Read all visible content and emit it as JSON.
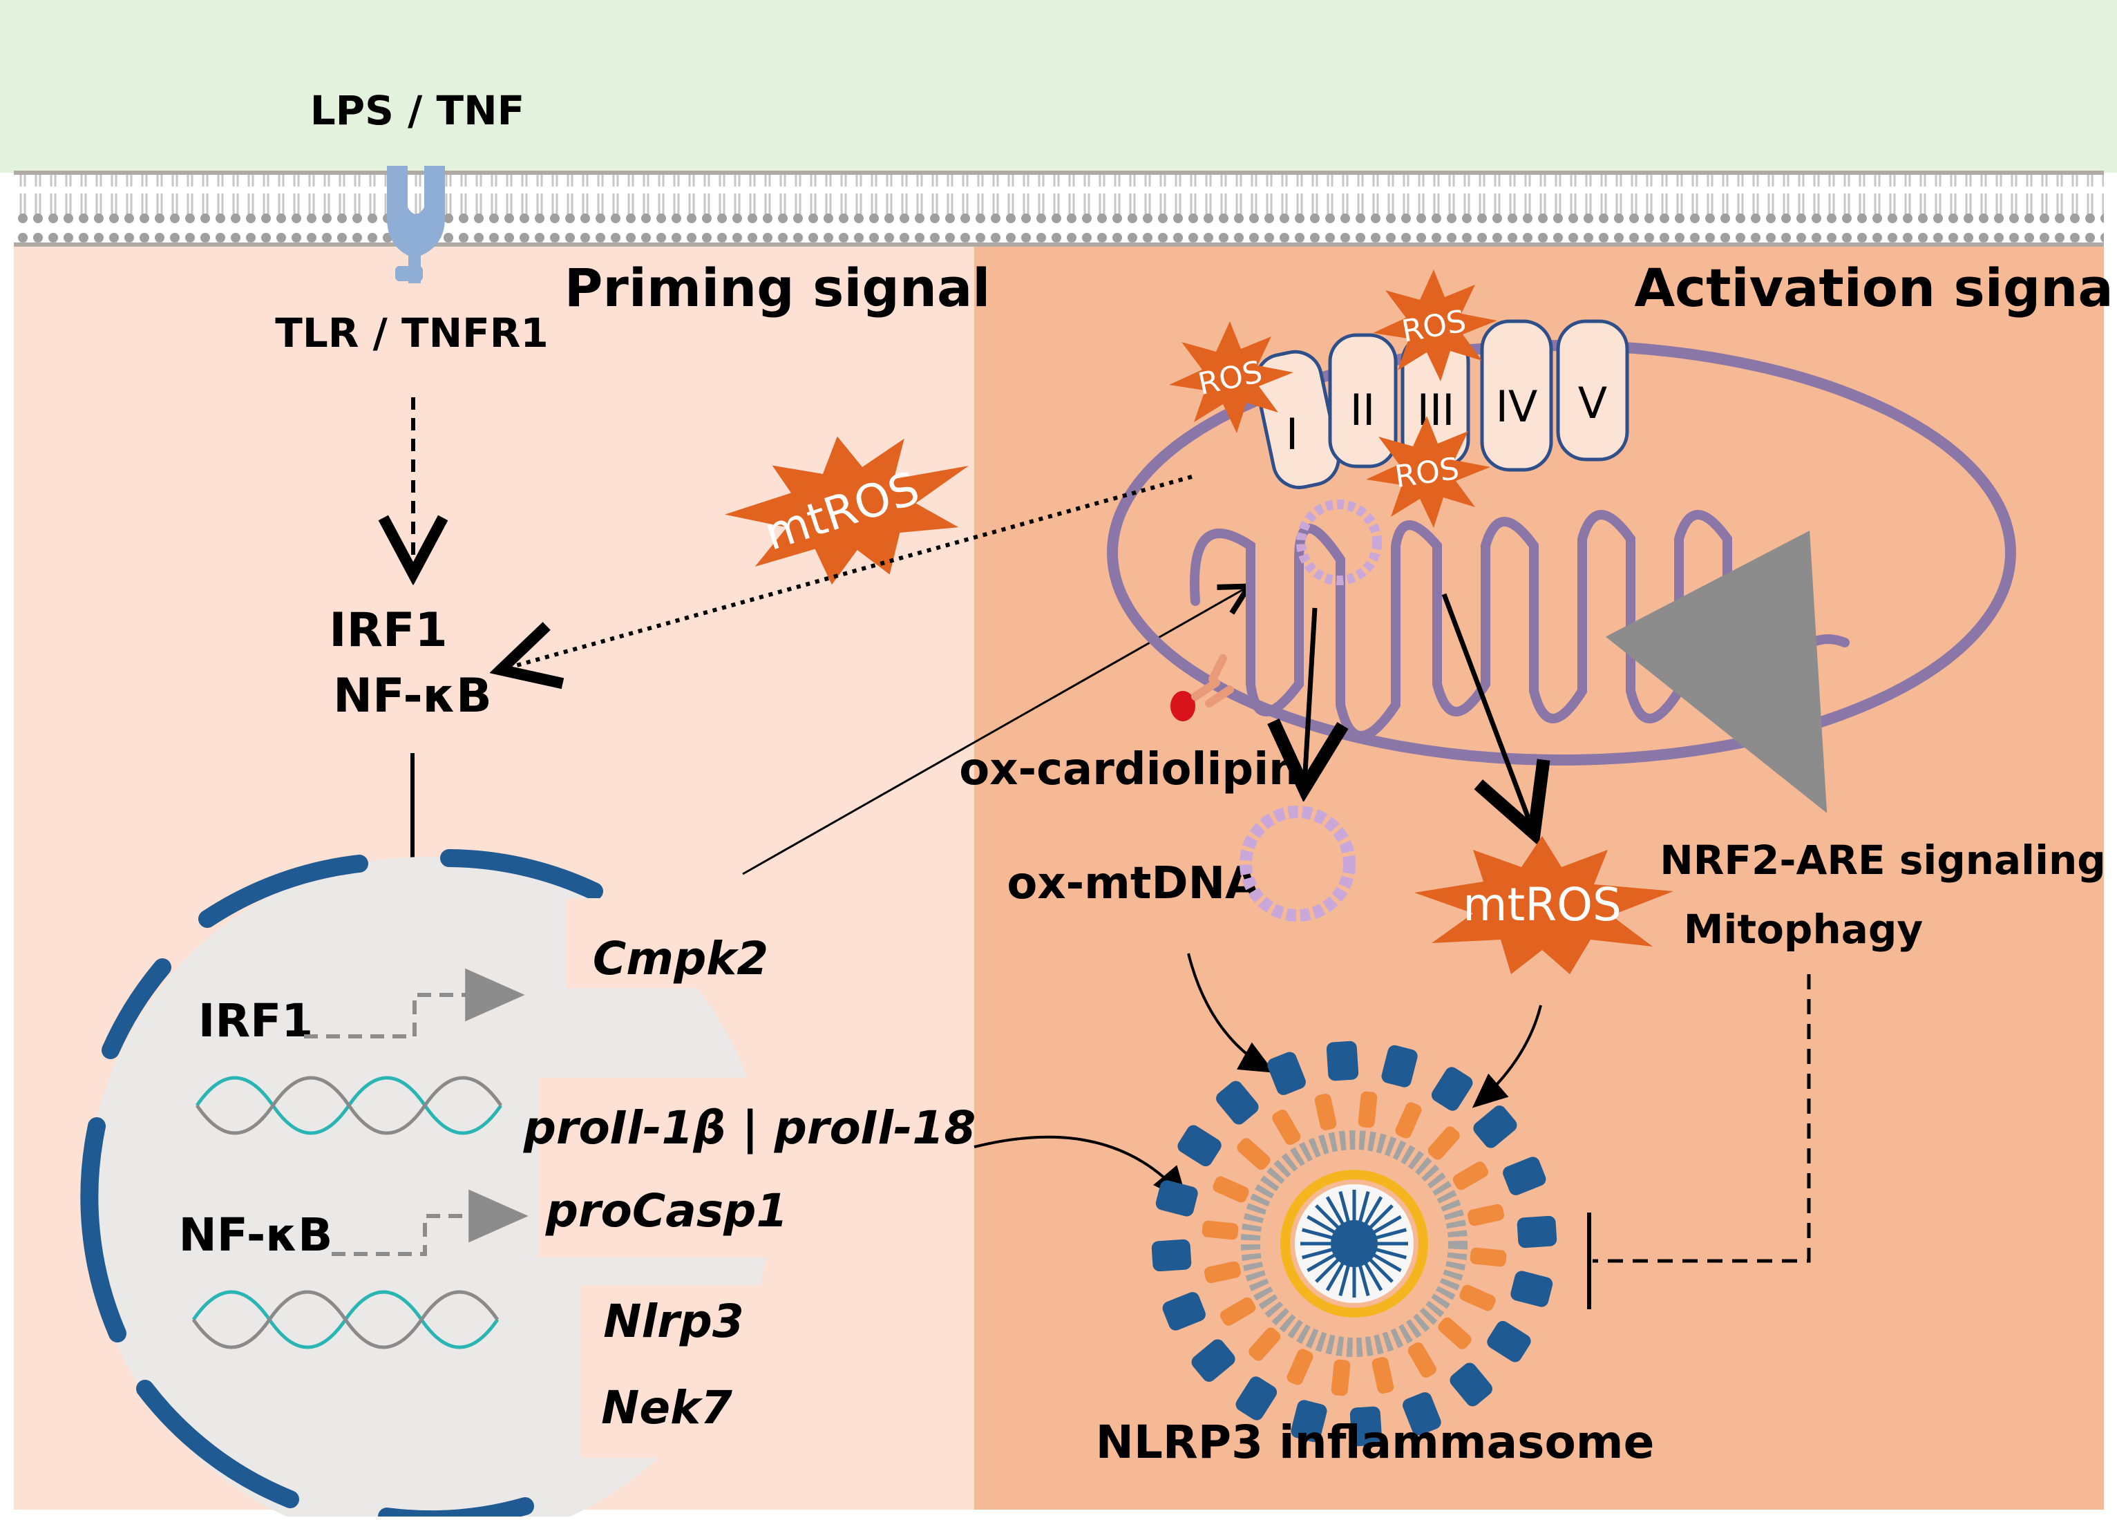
{
  "ligand_label": "LPS / TNF",
  "receptor_label": "TLR / TNFR1",
  "priming_title": "Priming signal",
  "activation_title": "Activation signal",
  "transcription_factors": {
    "irf1": "IRF1",
    "nfkb": "NF-κB"
  },
  "nucleus": {
    "irf1_label": "IRF1",
    "nfkb_label": "NF-κB",
    "genes": {
      "cmpk2": "Cmpk2",
      "proil": "proIl-1β | proIl-18",
      "procasp1": "proCasp1",
      "nlrp3": "Nlrp3",
      "nek7": "Nek7"
    }
  },
  "mito": {
    "complexes": [
      "I",
      "II",
      "III",
      "IV",
      "V"
    ],
    "ros_label": "ROS"
  },
  "mtros_label": "mtROS",
  "ox_cardiolipin": "ox-cardiolipin",
  "ox_mtdna": "ox-mtDNA",
  "nrf2_label": "NRF2-ARE signaling",
  "mitophagy_label": "Mitophagy",
  "inflammasome_label": "NLRP3 inflammasome",
  "colors": {
    "extracellular": "#e3f2dc",
    "cytoplasm_left": "#fde1d4",
    "cytoplasm_right": "#f6b996",
    "nucleus_fill": "#ebe8e8",
    "nucleus_envelope": "#1f5a92",
    "mito_membrane": "#8a77a8",
    "ros_fill": "#e2631f",
    "receptor": "#8eaed6"
  }
}
